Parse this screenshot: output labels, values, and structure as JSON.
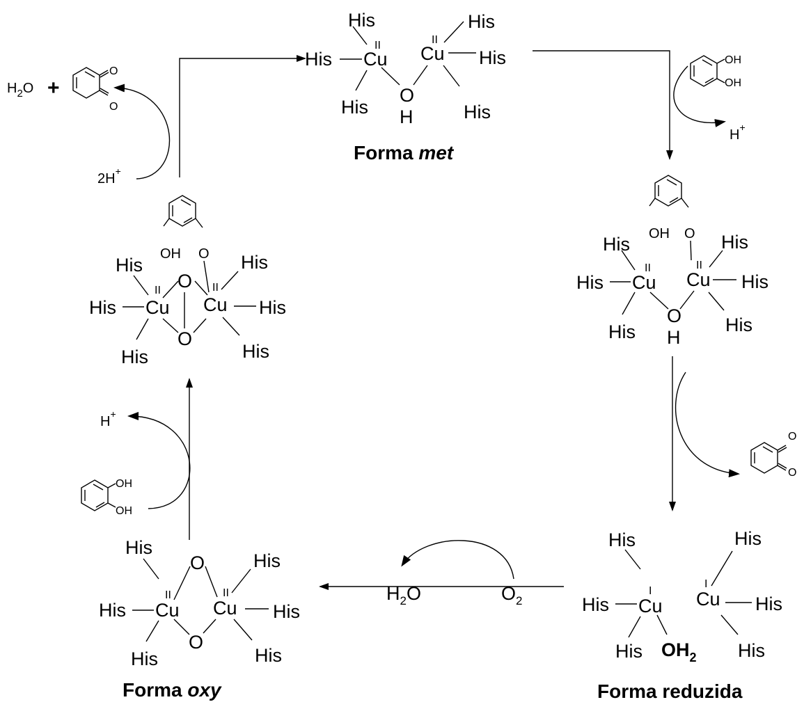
{
  "labels": {
    "met": {
      "prefix": "Forma ",
      "italic": "met"
    },
    "oxy": {
      "prefix": "Forma ",
      "italic": "oxy"
    },
    "reduzida": "Forma reduzida"
  },
  "atoms": {
    "his": "His",
    "cu": "Cu",
    "o": "O",
    "h": "H",
    "oh": "OH",
    "oxidation_ii": "II",
    "oxidation_i": "I",
    "oh2_main": "OH",
    "oh2_sub": "2"
  },
  "reagents": {
    "water": {
      "main": "H",
      "sub": "2",
      "tail": "O"
    },
    "plus": "+",
    "two_h_plus": {
      "coef": "2",
      "main": "H",
      "sup": "+"
    },
    "h_plus": {
      "main": "H",
      "sup": "+"
    },
    "oxygen": {
      "main": "O",
      "sub": "2"
    },
    "catechol_oh": "OH",
    "quinone_o": "O"
  }
}
